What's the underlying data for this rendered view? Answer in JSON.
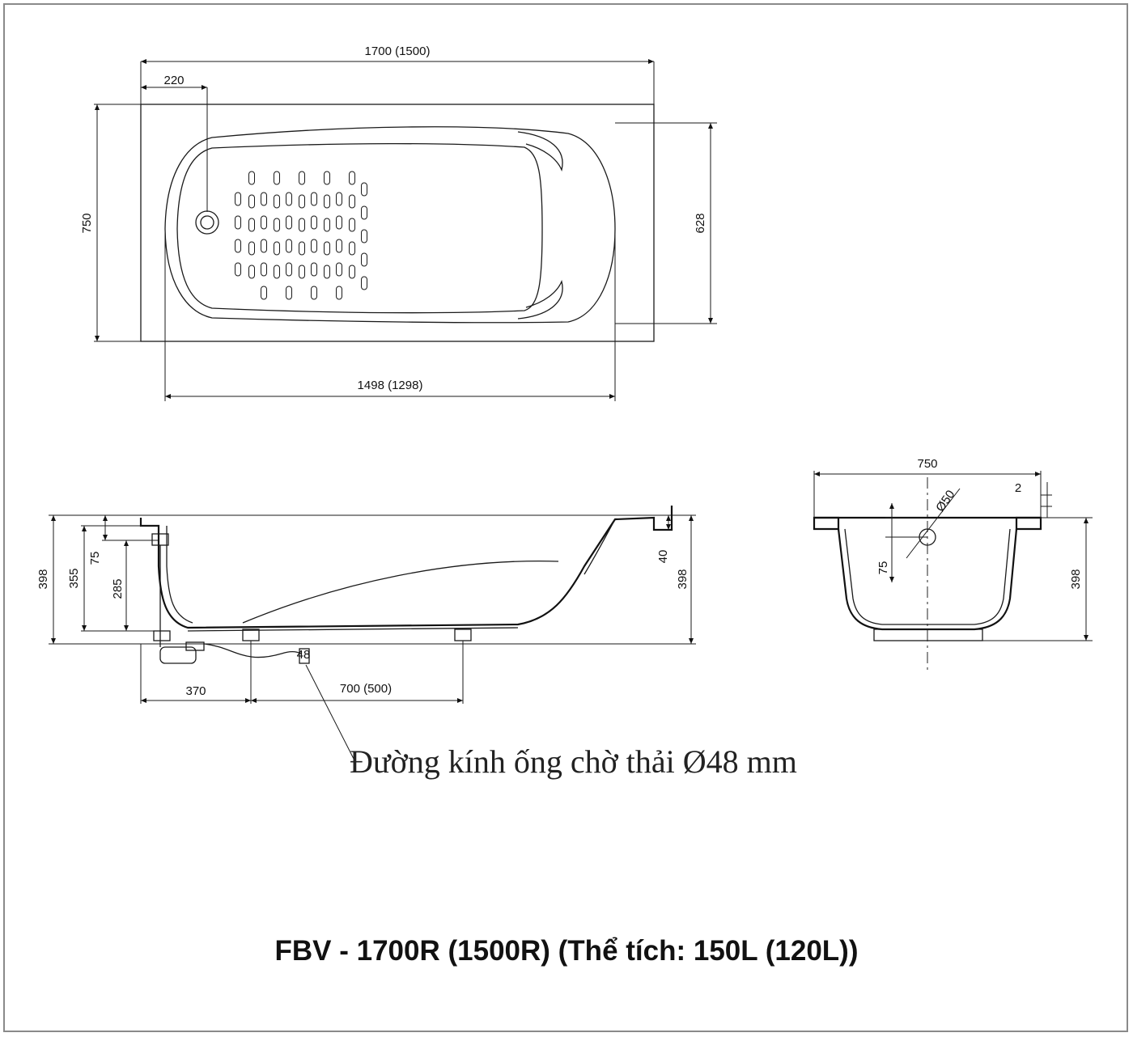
{
  "top_view": {
    "overall_length": "1700 (1500)",
    "drain_offset": "220",
    "overall_width": "750",
    "inner_width": "628",
    "inner_length": "1498 (1298)"
  },
  "side_view": {
    "height_left": "398",
    "height_355": "355",
    "height_285": "285",
    "drain_75": "75",
    "rim_40": "40",
    "height_right": "398",
    "leg_offset": "370",
    "leg_spacing": "700 (500)",
    "drain_pipe_label": "48"
  },
  "end_view": {
    "width": "750",
    "rim_2": "2",
    "overflow_dia": "Ø50",
    "overflow_75": "75",
    "height": "398"
  },
  "note": "Đường kính ống chờ thải Ø48 mm",
  "caption": "FBV - 1700R (1500R) (Thể tích: 150L (120L))"
}
